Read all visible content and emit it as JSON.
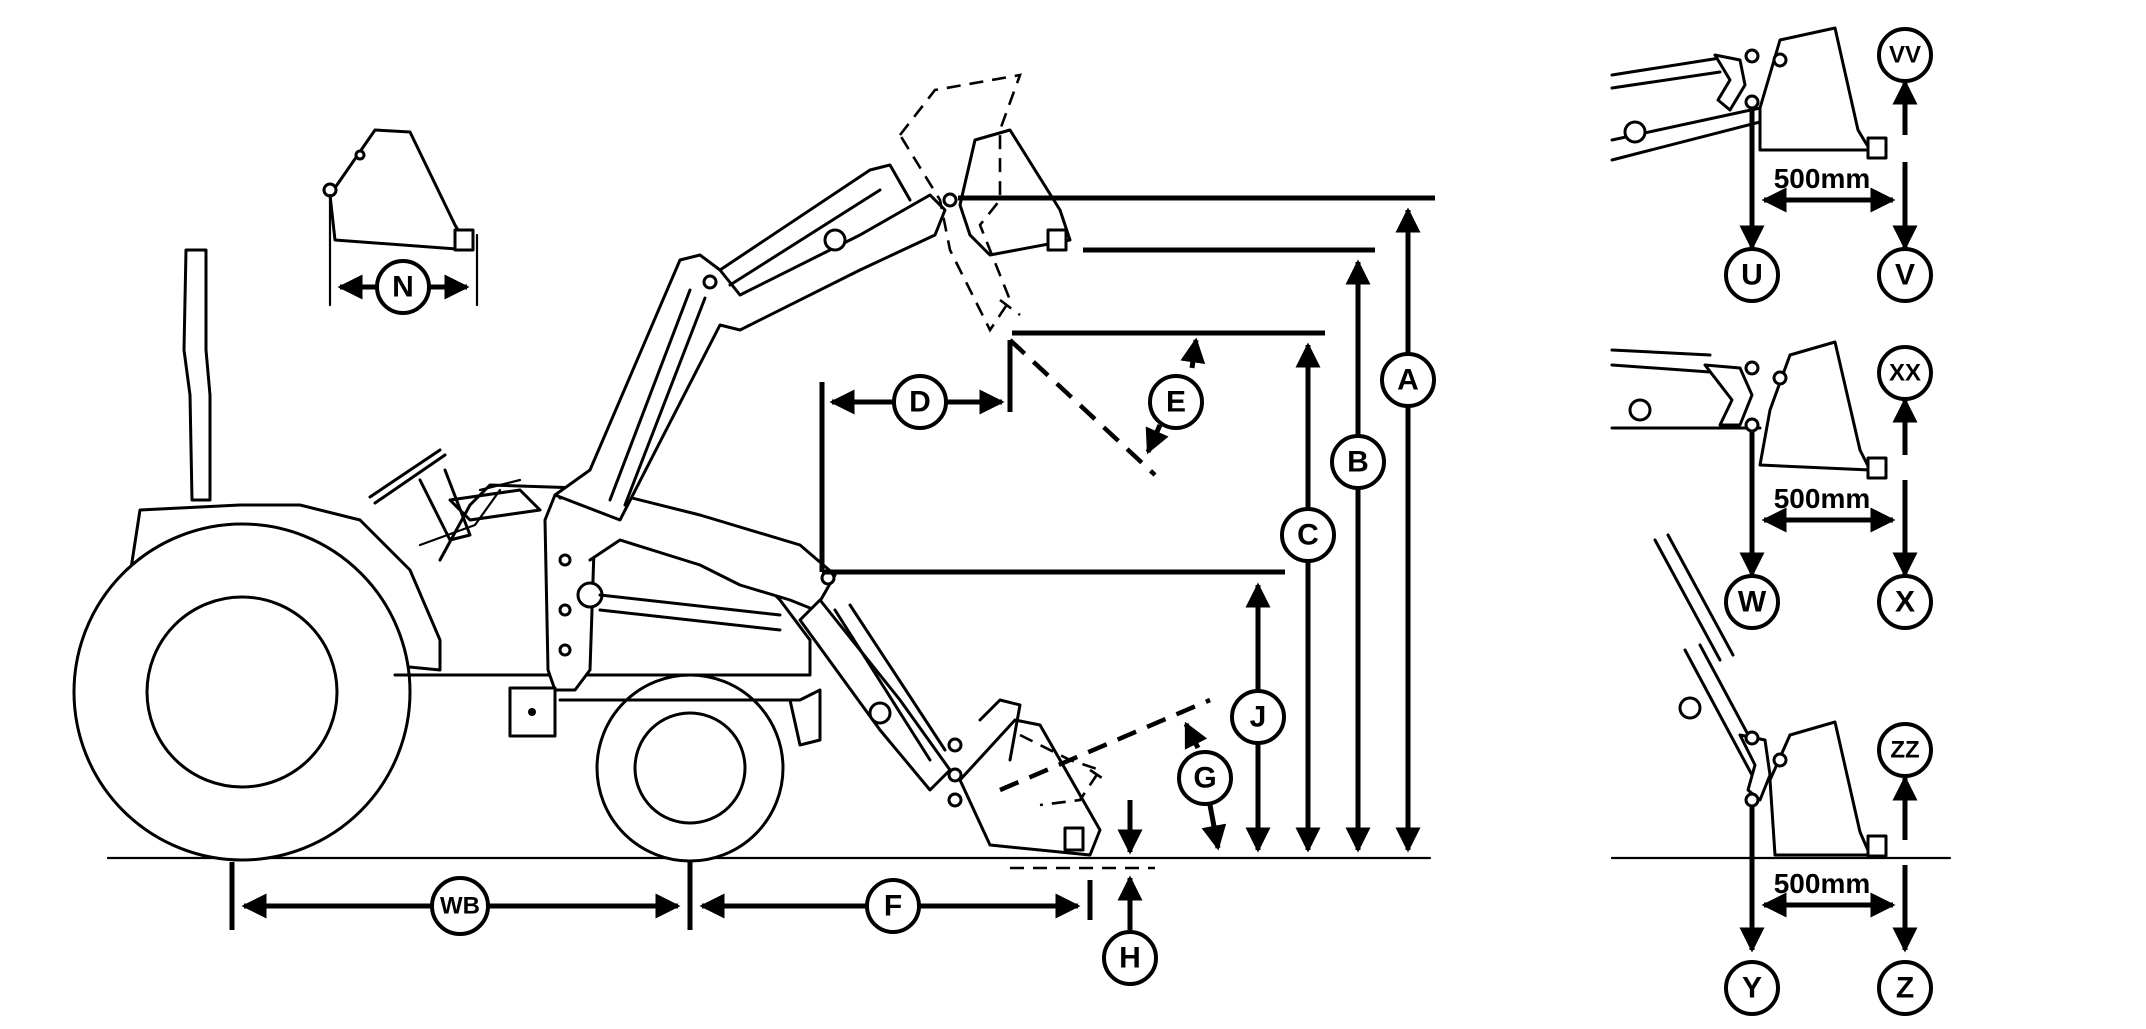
{
  "diagram": {
    "dimension_labels": {
      "A": "A",
      "B": "B",
      "C": "C",
      "D": "D",
      "E": "E",
      "F": "F",
      "G": "G",
      "H": "H",
      "J": "J",
      "N": "N",
      "WB": "WB"
    },
    "insets": [
      {
        "top_label": "VV",
        "left_label": "U",
        "right_label": "V",
        "distance": "500mm"
      },
      {
        "top_label": "XX",
        "left_label": "W",
        "right_label": "X",
        "distance": "500mm"
      },
      {
        "top_label": "ZZ",
        "left_label": "Y",
        "right_label": "Z",
        "distance": "500mm"
      }
    ]
  }
}
